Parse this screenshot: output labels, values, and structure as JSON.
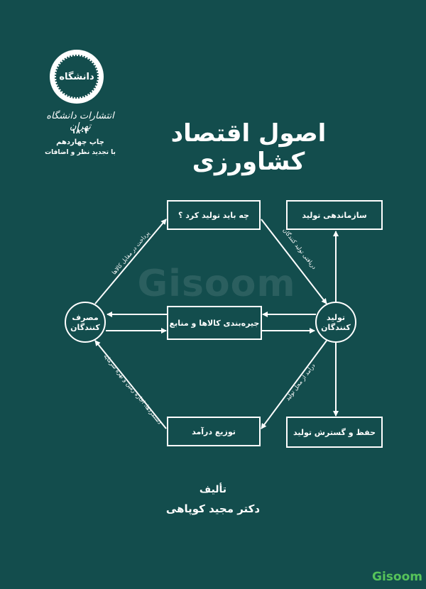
{
  "publisher": {
    "logo_text": "دانشگاه",
    "name": "انتشارات دانشگاه تهران",
    "series_no": "۱۸۰۴",
    "edition": "چاپ چهاردهم",
    "edition_note": "با تجدید نظر و اضافات"
  },
  "book": {
    "title": "اصول اقتصاد کشاورزی",
    "author_label": "تألیف",
    "author_name": "دکتر مجید کوپاهی"
  },
  "diagram": {
    "box_what": "چه باید تولید کرد ؟",
    "box_org": "سازماندهی تولید",
    "box_ration": "جیره‌بندی کالاها و منابع",
    "box_income": "توزیع درآمد",
    "box_preserve": "حفظ و گسترش تولید",
    "consumer_1": "مصرف",
    "consumer_2": "کنندگان",
    "producer_1": "تولید",
    "producer_2": "کنندگان",
    "edge_pay": "پرداخت در مقابل کالاها",
    "edge_receive": "دریافتی تولید کنندگان",
    "edge_income": "درآمد از محل تولید",
    "edge_wages": "دستمزدها، اجاره زمین و بهره سرمایه"
  },
  "watermark": "Gisoom",
  "brand": "Gisoom",
  "colors": {
    "background": "#134d4d",
    "foreground": "#ffffff",
    "brand": "#56c35a"
  }
}
